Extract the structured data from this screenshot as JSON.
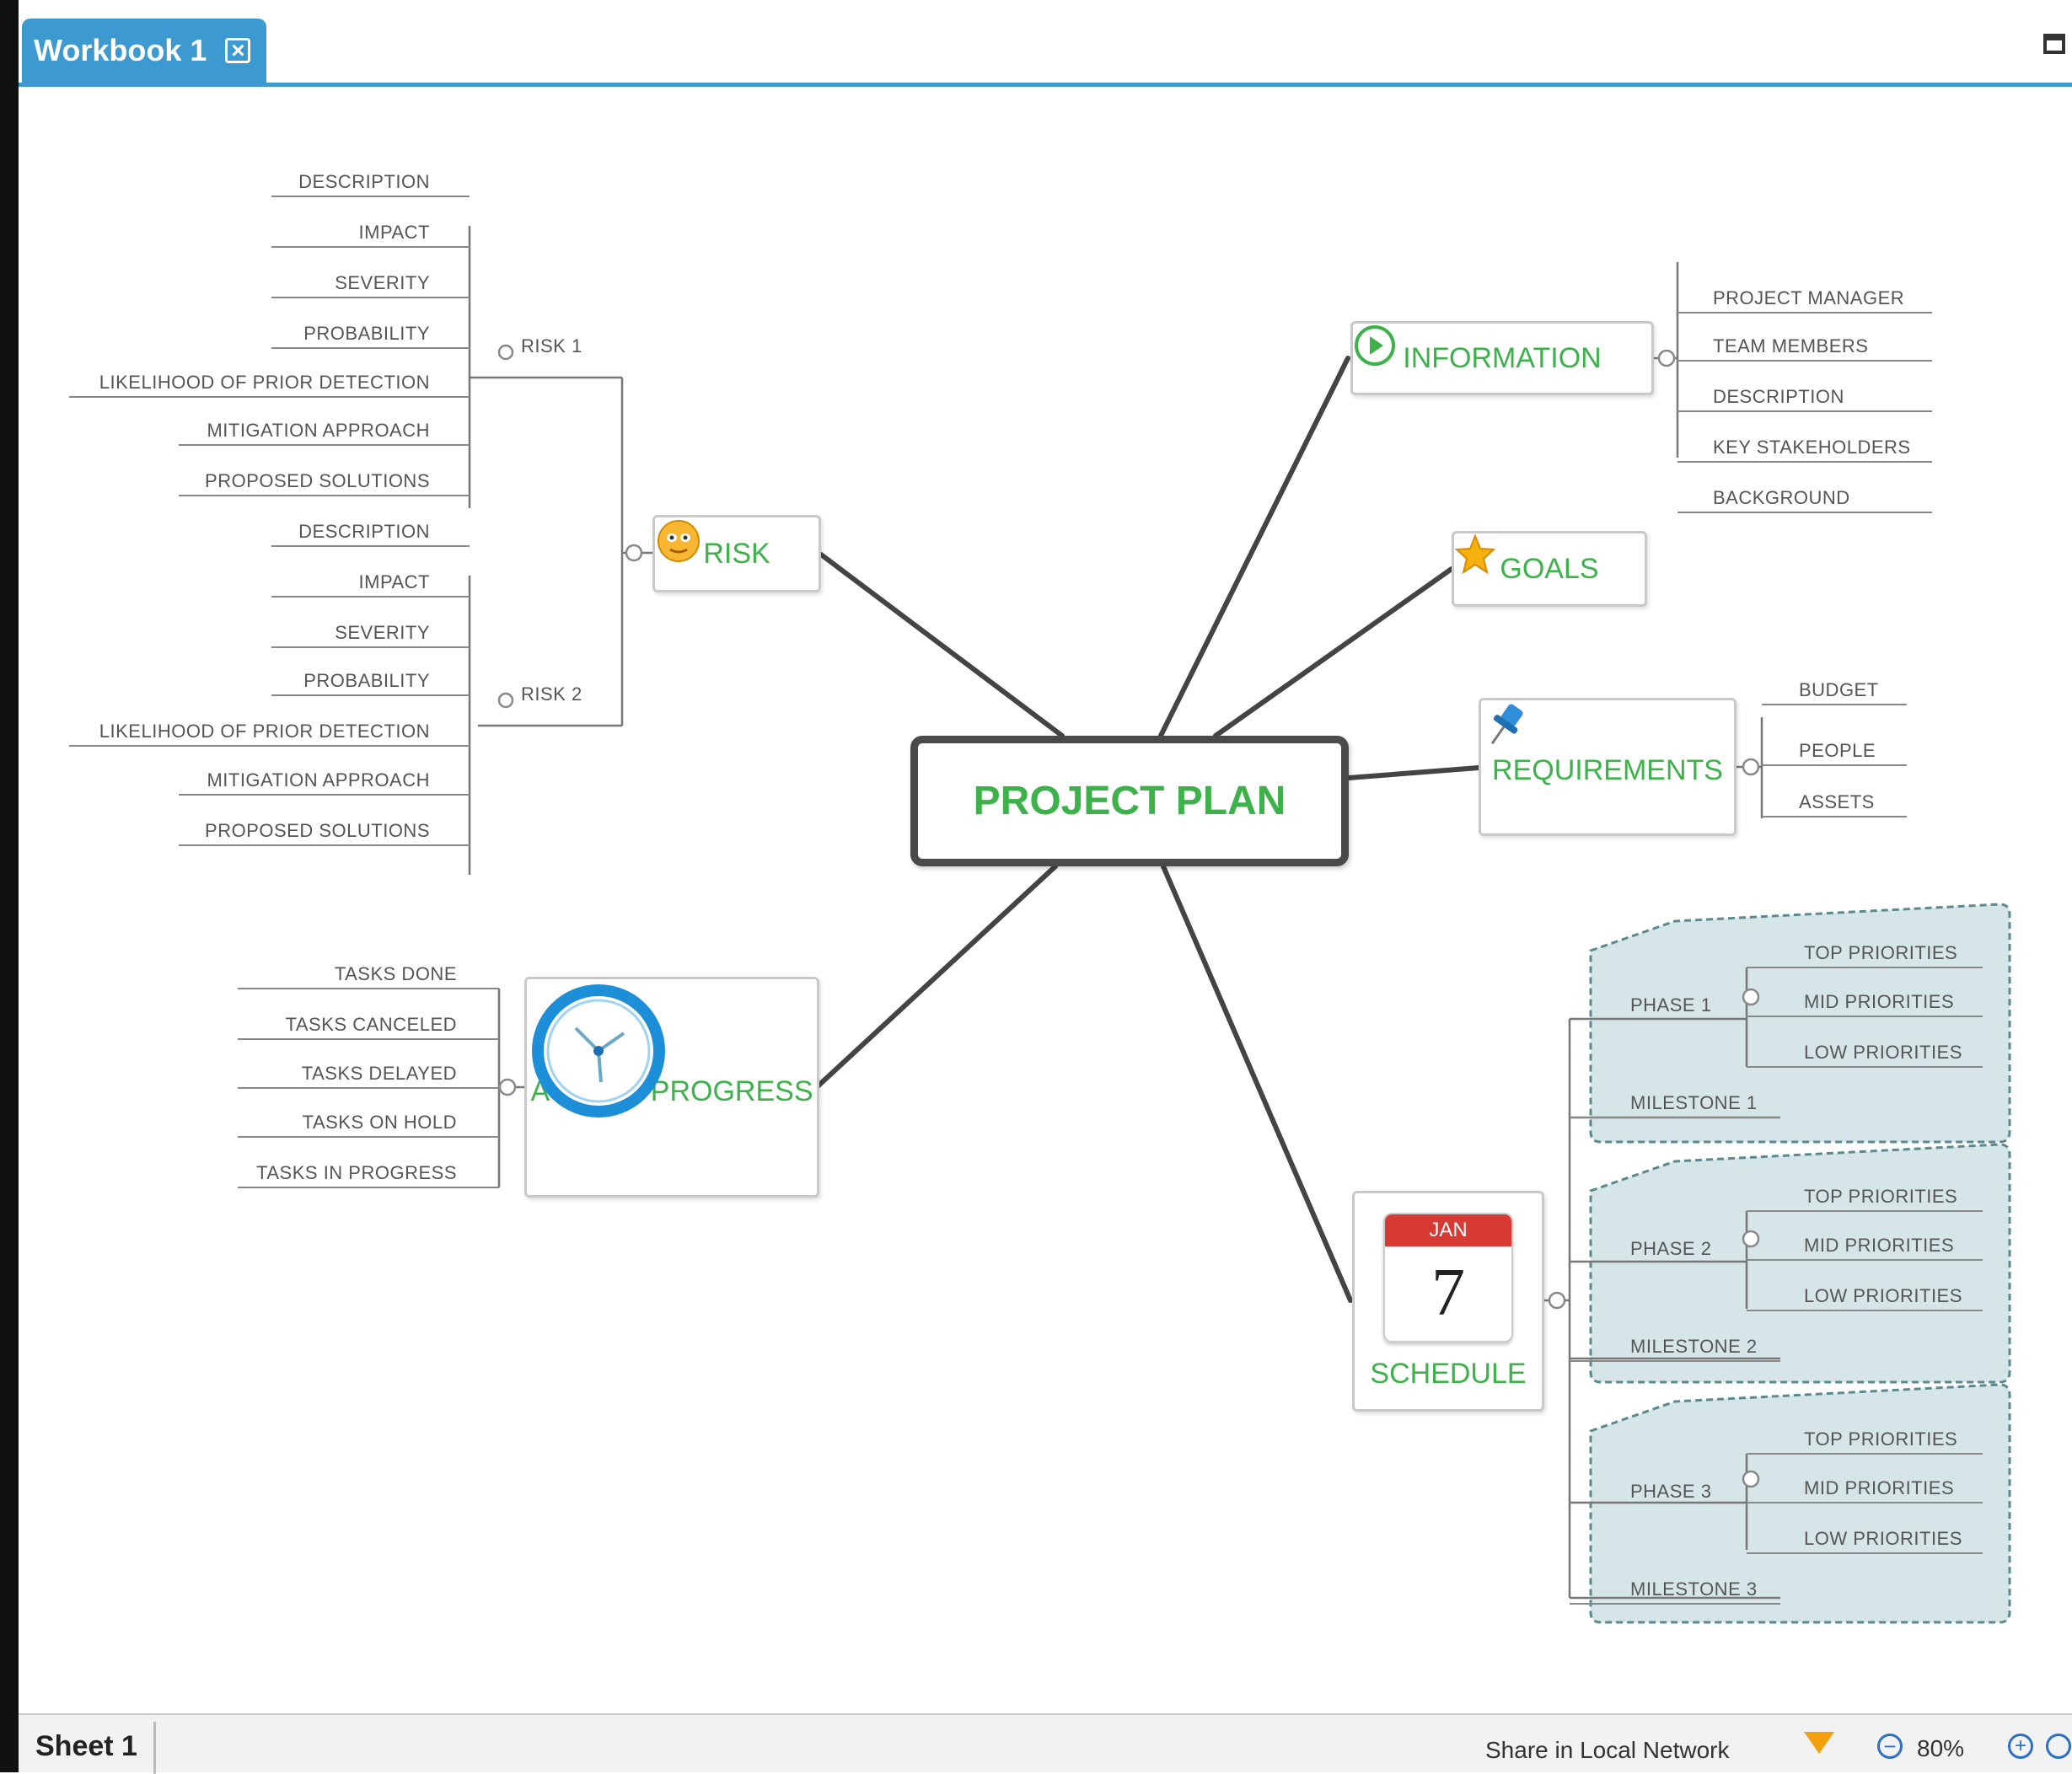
{
  "window": {
    "tab_label": "Workbook 1",
    "tab_close_icon": "close-icon",
    "maximize_icon": "maximize-icon"
  },
  "map": {
    "central_topic": "PROJECT PLAN",
    "branches": {
      "information": {
        "label": "INFORMATION",
        "icon": "play-icon",
        "subtopics": [
          "PROJECT MANAGER",
          "TEAM MEMBERS",
          "DESCRIPTION",
          "KEY STAKEHOLDERS",
          "BACKGROUND"
        ]
      },
      "goals": {
        "label": "GOALS",
        "icon": "star-icon"
      },
      "requirements": {
        "label": "REQUIREMENTS",
        "icon": "pushpin-icon",
        "subtopics": [
          "BUDGET",
          "PEOPLE",
          "ASSETS"
        ]
      },
      "risk": {
        "label": "RISK",
        "icon": "face-icon",
        "groups": [
          {
            "label": "RISK 1",
            "subtopics": [
              "DESCRIPTION",
              "IMPACT",
              "SEVERITY",
              "PROBABILITY",
              "LIKELIHOOD OF PRIOR DETECTION",
              "MITIGATION APPROACH",
              "PROPOSED SOLUTIONS"
            ]
          },
          {
            "label": "RISK 2",
            "subtopics": [
              "DESCRIPTION",
              "IMPACT",
              "SEVERITY",
              "PROBABILITY",
              "LIKELIHOOD OF PRIOR DETECTION",
              "MITIGATION APPROACH",
              "PROPOSED SOLUTIONS"
            ]
          }
        ]
      },
      "actual_progress": {
        "label": "ACTUAL PROGRESS",
        "icon": "clock-icon",
        "subtopics": [
          "TASKS DONE",
          "TASKS CANCELED",
          "TASKS DELAYED",
          "TASKS ON HOLD",
          "TASKS IN PROGRESS"
        ]
      },
      "schedule": {
        "label": "SCHEDULE",
        "icon": "calendar-icon",
        "calendar_month": "JAN",
        "calendar_day": "7",
        "phases": [
          {
            "label": "PHASE 1",
            "priorities": [
              "TOP PRIORITIES",
              "MID PRIORITIES",
              "LOW PRIORITIES"
            ],
            "milestone": "MILESTONE 1"
          },
          {
            "label": "PHASE 2",
            "priorities": [
              "TOP PRIORITIES",
              "MID PRIORITIES",
              "LOW PRIORITIES"
            ],
            "milestone": "MILESTONE 2"
          },
          {
            "label": "PHASE 3",
            "priorities": [
              "TOP PRIORITIES",
              "MID PRIORITIES",
              "LOW PRIORITIES"
            ],
            "milestone": "MILESTONE 3"
          }
        ]
      }
    }
  },
  "statusbar": {
    "sheet_tab": "Sheet 1",
    "share_label": "Share in Local Network",
    "filter_icon": "filter-icon",
    "zoom_out_icon": "zoom-out-icon",
    "zoom_level": "80%",
    "zoom_in_icon": "zoom-in-icon",
    "zoom_fit_icon": "zoom-fit-icon"
  },
  "colors": {
    "accent_blue": "#3d9ad1",
    "topic_green": "#3db24a",
    "boundary_fill": "#d6e6e8",
    "boundary_stroke": "#5a8a8e"
  }
}
